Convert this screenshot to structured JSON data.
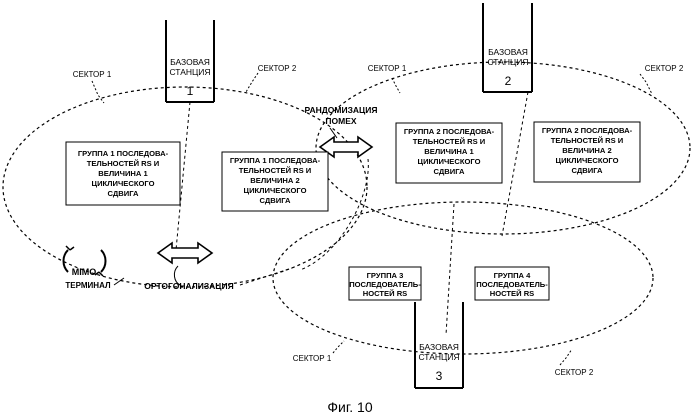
{
  "base_stations": [
    {
      "line1": "БАЗОВАЯ",
      "line2": "СТАНЦИЯ",
      "number": "1"
    },
    {
      "line1": "БАЗОВАЯ",
      "line2": "СТАНЦИЯ",
      "number": "2"
    },
    {
      "line1": "БАЗОВАЯ",
      "line2": "СТАНЦИЯ",
      "number": "3"
    }
  ],
  "sector_labels": {
    "s1_left": "СЕКТОР 1",
    "s2_left": "СЕКТОР 2",
    "s1_right": "СЕКТОР 1",
    "s2_right": "СЕКТОР 2",
    "s1_bottom": "СЕКТОР 1",
    "s2_bottom": "СЕКТОР 2"
  },
  "randomization": {
    "line1": "РАНДОМИЗАЦИЯ",
    "line2": "ПОМЕХ"
  },
  "orthogonalization": "ОРТОГОНАЛИЗАЦИЯ",
  "terminal": {
    "line1": "MIMO",
    "line2": "ТЕРМИНАЛ"
  },
  "groups": {
    "g1a": [
      "ГРУППА 1 ПОСЛЕДОВА-",
      "ТЕЛЬНОСТЕЙ RS И",
      "ВЕЛИЧИНА 1",
      "ЦИКЛИЧЕСКОГО",
      "СДВИГА"
    ],
    "g1b": [
      "ГРУППА 1 ПОСЛЕДОВА-",
      "ТЕЛЬНОСТЕЙ RS И",
      "ВЕЛИЧИНА 2",
      "ЦИКЛИЧЕСКОГО",
      "СДВИГА"
    ],
    "g2a": [
      "ГРУППА 2 ПОСЛЕДОВА-",
      "ТЕЛЬНОСТЕЙ RS И",
      "ВЕЛИЧИНА 1",
      "ЦИКЛИЧЕСКОГО",
      "СДВИГА"
    ],
    "g2b": [
      "ГРУППА 2 ПОСЛЕДОВА-",
      "ТЕЛЬНОСТЕЙ RS И",
      "ВЕЛИЧИНА 2",
      "ЦИКЛИЧЕСКОГО",
      "СДВИГА"
    ],
    "g3": [
      "ГРУППА 3",
      "ПОСЛЕДОВАТЕЛЬ-",
      "НОСТЕЙ RS"
    ],
    "g4": [
      "ГРУППА 4",
      "ПОСЛЕДОВАТЕЛЬ-",
      "НОСТЕЙ RS"
    ]
  },
  "caption": "Фиг. 10"
}
